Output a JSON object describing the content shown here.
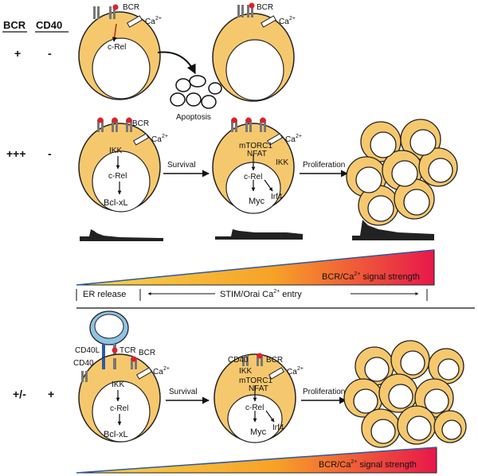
{
  "header": {
    "bcr": "BCR",
    "cd40": "CD40"
  },
  "rows": [
    {
      "bcr": "+",
      "cd40": "-"
    },
    {
      "bcr": "+++",
      "cd40": "-"
    },
    {
      "bcr": "+/-",
      "cd40": "+"
    }
  ],
  "labels": {
    "bcr": "BCR",
    "ca": "Ca",
    "ca_sup": "2+",
    "crel": "c-Rel",
    "ikk": "IKK",
    "bclxl": "Bcl-xL",
    "mtorc1": "mTORC1",
    "nfat": "NFAT",
    "irf4": "Irf4",
    "myc": "Myc",
    "cd40": "CD40",
    "cd40l": "CD40L",
    "tcr": "TCR"
  },
  "arrows": {
    "apoptosis": "Apoptosis",
    "survival": "Survival",
    "proliferation": "Proliferation"
  },
  "gradient": {
    "label_main": "BCR/Ca",
    "label_sup": "2+",
    "label_tail": " signal strength",
    "er_release": "ER release",
    "stim_orai": "STIM/Orai Ca",
    "stim_sup": "2+",
    "stim_tail": " entry"
  },
  "colors": {
    "cell_fill": "#F6C86E",
    "cell_stroke": "#222222",
    "gradient_start": "#2A5BA8",
    "gradient_mid": "#F6A623",
    "gradient_end": "#E8174A",
    "tcell_fill": "#8EC3E6",
    "receptor_dot": "#E0202A"
  }
}
